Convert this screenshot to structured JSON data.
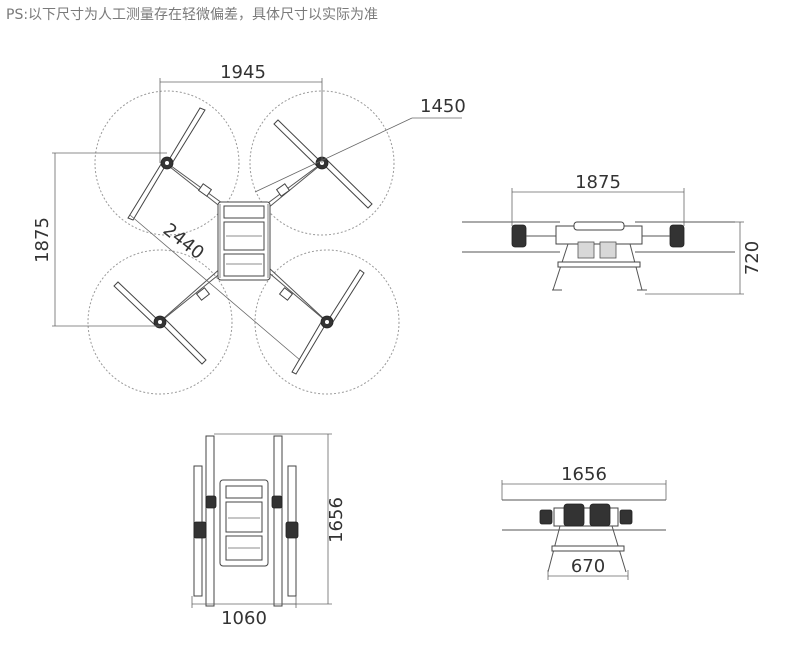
{
  "note": "PS:以下尺寸为人工测量存在轻微偏差，具体尺寸以实际为准",
  "top_view": {
    "rotor_span": "1945",
    "propeller_diameter": "1450",
    "rotor_spacing": "1875",
    "diagonal_wheelbase": "2440"
  },
  "side_view": {
    "width": "1875",
    "height": "720"
  },
  "folded_top_view": {
    "length": "1656",
    "width": "1060"
  },
  "folded_side_view": {
    "width": "1656",
    "landing_gear_span": "670"
  }
}
